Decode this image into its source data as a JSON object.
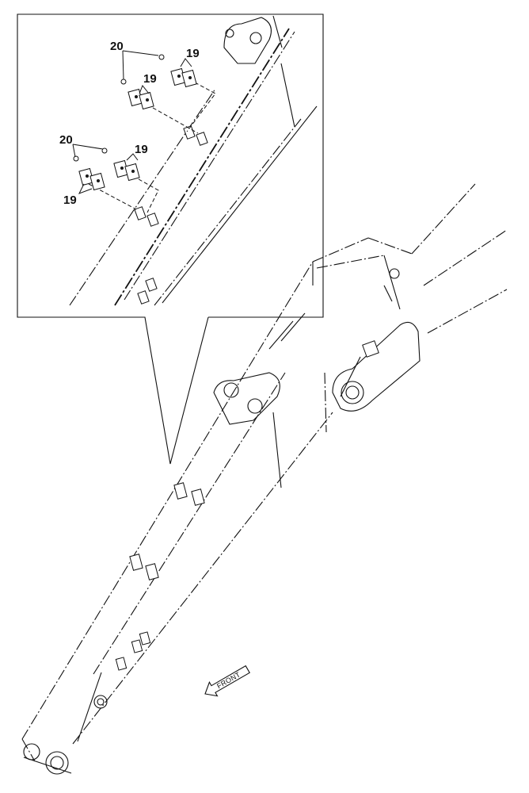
{
  "diagram": {
    "callouts": {
      "clamp_top": "19",
      "clamp_upper_mid": "19",
      "clamp_lower": "19",
      "clamp_lower_left": "19",
      "bolt_upper": "20",
      "bolt_lower": "20"
    },
    "front_arrow_label": "FRONT"
  }
}
